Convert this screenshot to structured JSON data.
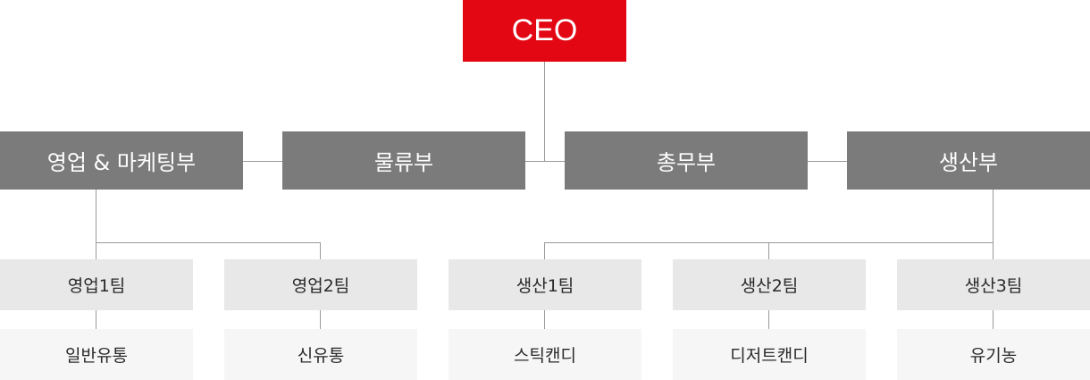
{
  "ceo": {
    "label": "CEO"
  },
  "departments": [
    {
      "label": "영업 & 마케팅부"
    },
    {
      "label": "물류부"
    },
    {
      "label": "총무부"
    },
    {
      "label": "생산부"
    }
  ],
  "teams": [
    {
      "label": "영업1팀",
      "product": "일반유통"
    },
    {
      "label": "영업2팀",
      "product": "신유통"
    },
    {
      "label": "생산1팀",
      "product": "스틱캔디"
    },
    {
      "label": "생산2팀",
      "product": "디저트캔디"
    },
    {
      "label": "생산3팀",
      "product": "유기농"
    }
  ],
  "colors": {
    "ceo": "#e30613",
    "department": "#7b7b7b",
    "team": "#e8e8e8",
    "product": "#f6f6f6",
    "connector": "#9a9a9a"
  }
}
